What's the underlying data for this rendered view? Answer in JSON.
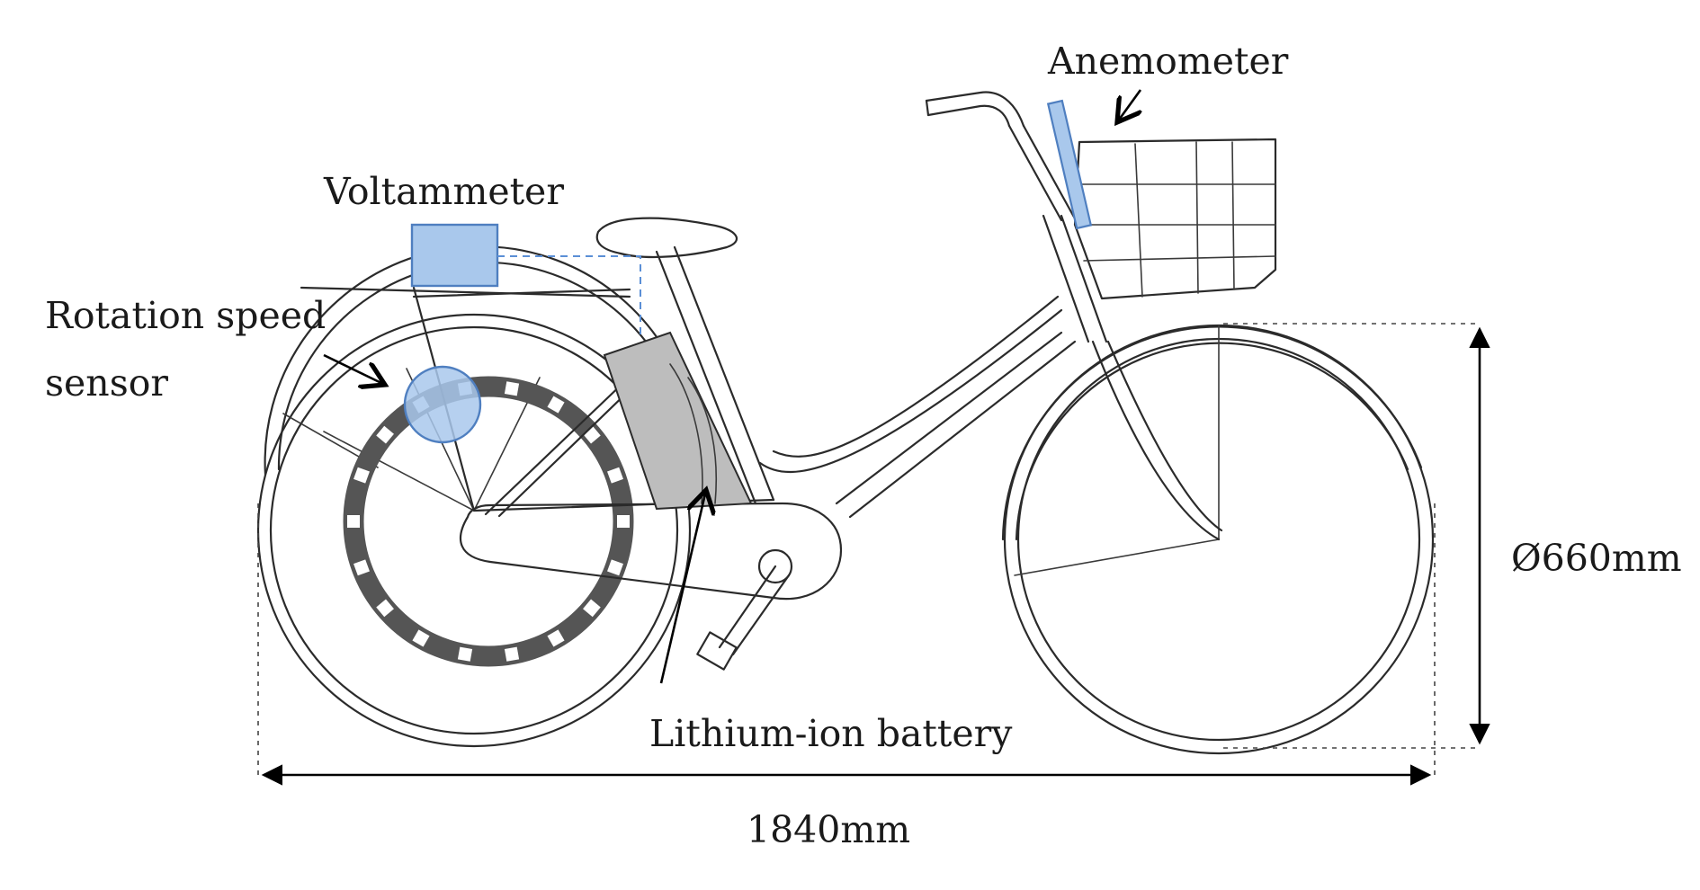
{
  "labels": {
    "anemometer": "Anemometer",
    "voltammeter": "Voltammeter",
    "rotation_speed_sensor_line1": "Rotation speed",
    "rotation_speed_sensor_line2": "sensor",
    "lithium_ion_battery": "Lithium-ion battery",
    "wheel_diameter": "Ø660mm",
    "overall_length": "1840mm"
  },
  "colors": {
    "sensor_fill": "#a9c8ec",
    "sensor_stroke": "#4f7fc0",
    "battery_fill": "#bdbdbd",
    "magnet_ring": "#555555",
    "line": "#2b2b2b"
  },
  "icons": {
    "magnet_ring": "segmented-ring",
    "rotation_sensor": "circle-sensor",
    "voltammeter": "rectangle-box",
    "anemometer": "slanted-bar"
  }
}
